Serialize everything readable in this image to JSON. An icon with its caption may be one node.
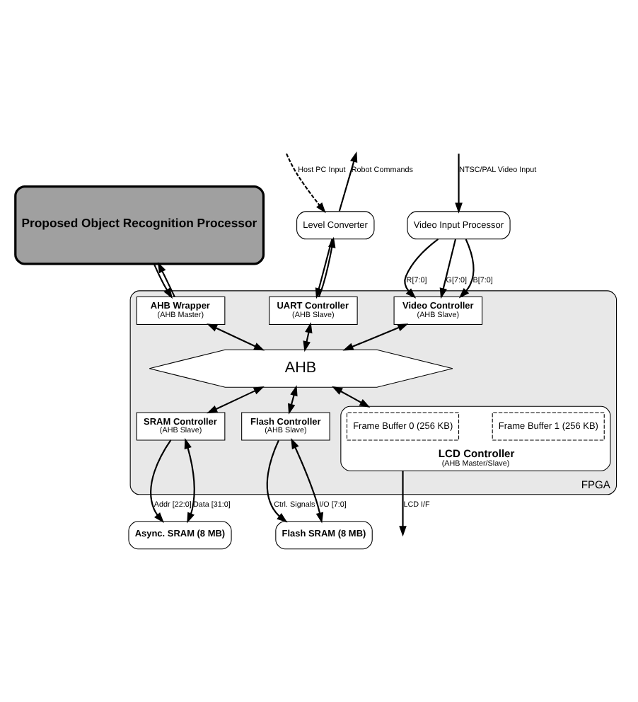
{
  "diagram": {
    "nodes": [
      {
        "text": [
          "Proposed Object Recognition Processor"
        ]
      },
      {
        "text": [
          "Level Converter"
        ]
      },
      {
        "text": [
          "Video Input Processor"
        ]
      },
      {
        "text": [
          "FPGA"
        ]
      },
      {
        "text": [
          "AHB Wrapper",
          "(AHB Master)"
        ],
        "in": 3
      },
      {
        "text": [
          "UART Controller",
          "(AHB Slave)"
        ],
        "in": 3
      },
      {
        "text": [
          "Video Controller",
          "(AHB Slave)"
        ],
        "in": 3
      },
      {
        "text": [
          "AHB"
        ],
        "in": 3
      },
      {
        "text": [
          "SRAM Controller",
          "(AHB Slave)"
        ],
        "in": 3
      },
      {
        "text": [
          "Flash Controller",
          "(AHB Slave)"
        ],
        "in": 3
      },
      {
        "text": [
          "LCD Controller",
          "(AHB Master/Slave)"
        ],
        "in": 3
      },
      {
        "text": [
          "Frame Buffer 0 (256 KB)"
        ],
        "in": 10
      },
      {
        "text": [
          "Frame Buffer 1 (256 KB)"
        ],
        "in": 10
      },
      {
        "text": [
          "Async. SRAM (8 MB)"
        ]
      },
      {
        "text": [
          "Flash SRAM (8 MB)"
        ]
      }
    ],
    "edges": [
      {
        "from": 0,
        "to": 4,
        "arrow": "to"
      },
      {
        "from": 4,
        "to": 0,
        "arrow": "to"
      },
      {
        "from": null,
        "to": 1,
        "arrow": "to",
        "label": "Host PC Input",
        "style": "dashed"
      },
      {
        "from": 1,
        "to": null,
        "arrow": "to",
        "label": "Robot Commands"
      },
      {
        "from": null,
        "to": 2,
        "arrow": "to",
        "label": "NTSC/PAL Video Input"
      },
      {
        "from": 1,
        "to": 5,
        "arrow": "to"
      },
      {
        "from": 5,
        "to": 1,
        "arrow": "to"
      },
      {
        "from": 2,
        "to": 6,
        "arrow": "to",
        "label": "R[7:0]"
      },
      {
        "from": 2,
        "to": 6,
        "arrow": "to",
        "label": "G[7:0]"
      },
      {
        "from": 2,
        "to": 6,
        "arrow": "to",
        "label": "B[7:0]"
      },
      {
        "from": 4,
        "to": 7,
        "arrow": "both"
      },
      {
        "from": 5,
        "to": 7,
        "arrow": "both"
      },
      {
        "from": 6,
        "to": 7,
        "arrow": "both"
      },
      {
        "from": 7,
        "to": 8,
        "arrow": "both"
      },
      {
        "from": 7,
        "to": 9,
        "arrow": "both"
      },
      {
        "from": 7,
        "to": 10,
        "arrow": "both"
      },
      {
        "from": 8,
        "to": 13,
        "arrow": "to",
        "label": "Addr [22:0]"
      },
      {
        "from": 8,
        "to": 13,
        "arrow": "both",
        "label": "Data [31:0]"
      },
      {
        "from": 9,
        "to": 14,
        "arrow": "to",
        "label": "Ctrl. Signals"
      },
      {
        "from": 9,
        "to": 14,
        "arrow": "both",
        "label": "I/O [7:0]"
      },
      {
        "from": 10,
        "to": null,
        "arrow": "to",
        "label": "LCD I/F"
      }
    ]
  }
}
